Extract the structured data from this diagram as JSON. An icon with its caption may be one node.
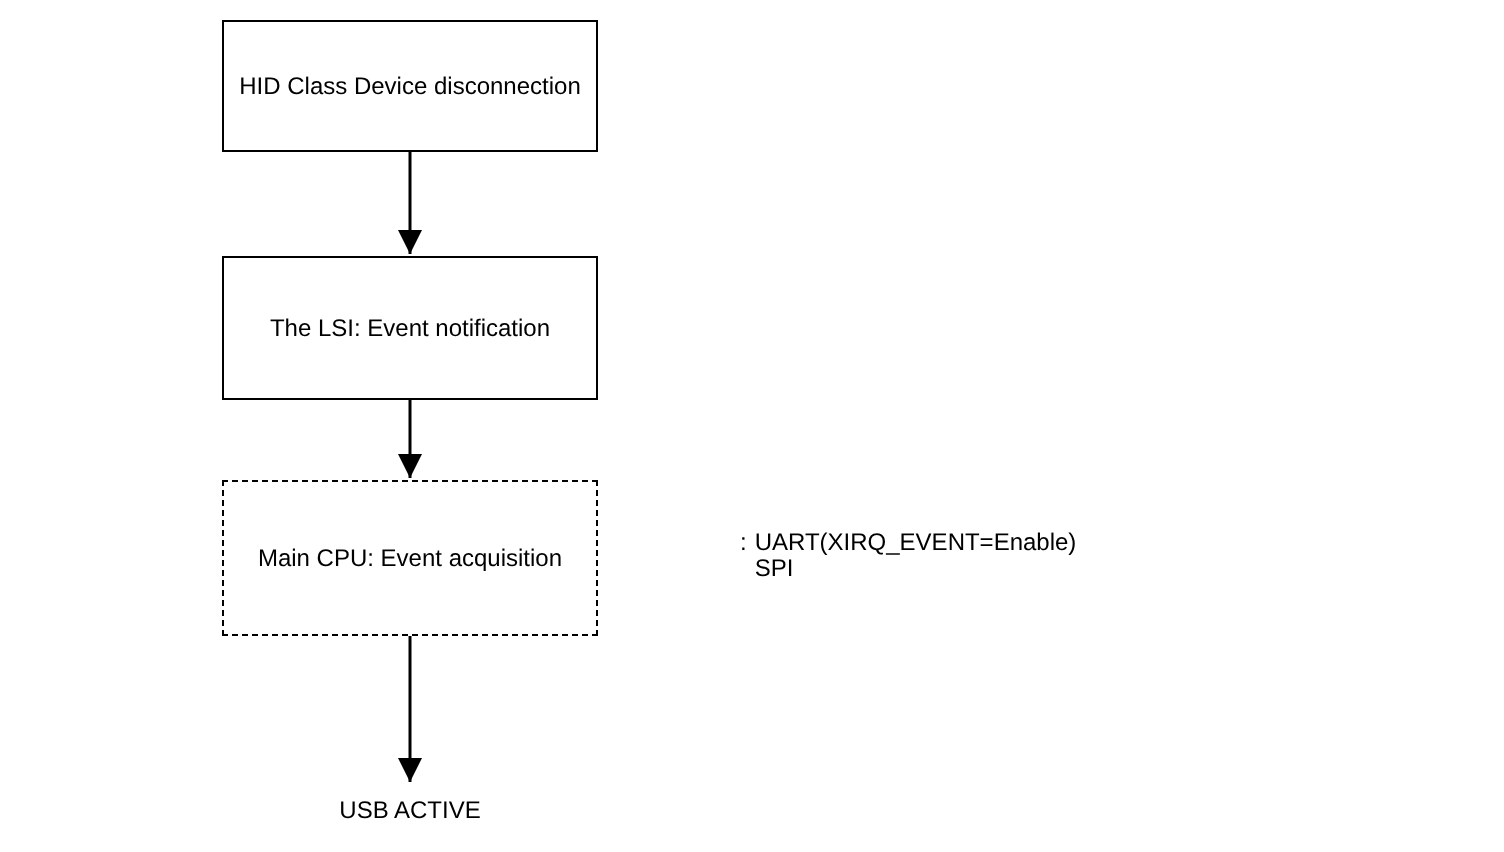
{
  "diagram": {
    "nodes": [
      {
        "text": [
          "HID Class Device disconnection"
        ]
      },
      {
        "text": [
          "The LSI: Event notification"
        ]
      },
      {
        "text": [
          "Main CPU: Event acquisition"
        ],
        "beside": [
          ":",
          "UART(XIRQ_EVENT=Enable)",
          "SPI"
        ]
      },
      {
        "text": [
          "USB ACTIVE"
        ]
      }
    ],
    "edges": [
      {
        "from": 0,
        "to": 1,
        "arrow": "to"
      },
      {
        "from": 1,
        "to": 2,
        "arrow": "to"
      },
      {
        "from": 2,
        "to": 3,
        "arrow": "to"
      }
    ]
  }
}
